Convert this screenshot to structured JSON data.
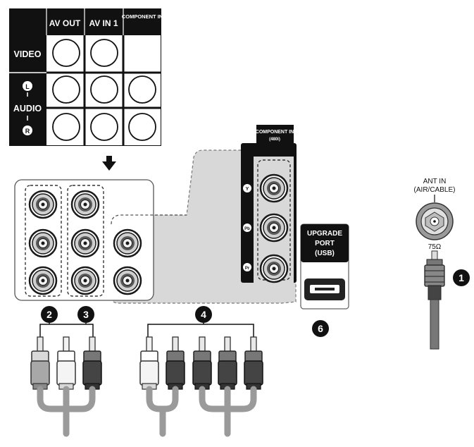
{
  "table": {
    "headers": [
      "AV OUT",
      "AV IN 1",
      "COMPONENT IN"
    ],
    "row_video": "VIDEO",
    "row_audio": "AUDIO",
    "audio_l": "L",
    "audio_r": "R"
  },
  "component_panel": {
    "title": "COMPONENT IN",
    "subtitle": "(480i)",
    "jack_labels": [
      "Y",
      "Pb",
      "Pr"
    ]
  },
  "upgrade_port": {
    "line1": "UPGRADE",
    "line2": "PORT",
    "line3": "(USB)"
  },
  "antenna": {
    "line1": "ANT IN",
    "line2": "(AIR/CABLE)",
    "impedance": "75Ω"
  },
  "callouts": {
    "c1": "1",
    "c2": "2",
    "c3": "3",
    "c4": "4",
    "c6": "6"
  }
}
